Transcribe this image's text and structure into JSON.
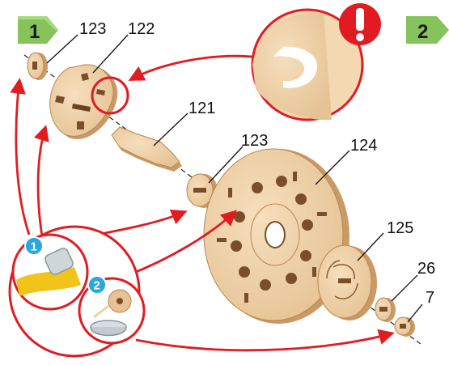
{
  "steps": {
    "step1": "1",
    "step2": "2"
  },
  "parts": {
    "p123a": "123",
    "p122": "122",
    "p121": "121",
    "p123b": "123",
    "p124": "124",
    "p125": "125",
    "p26": "26",
    "p7": "7"
  },
  "callouts": {
    "c1": "1",
    "c2": "2",
    "warning": "!"
  },
  "colors": {
    "step_badge": "#86c35b",
    "wood": "#f0d2a8",
    "wood_edge": "#c99a66",
    "wood_dark": "#7a4e2a",
    "arrow": "#e11b22",
    "callout_blue": "#2aa7df",
    "glue_yellow": "#f2c41a"
  }
}
